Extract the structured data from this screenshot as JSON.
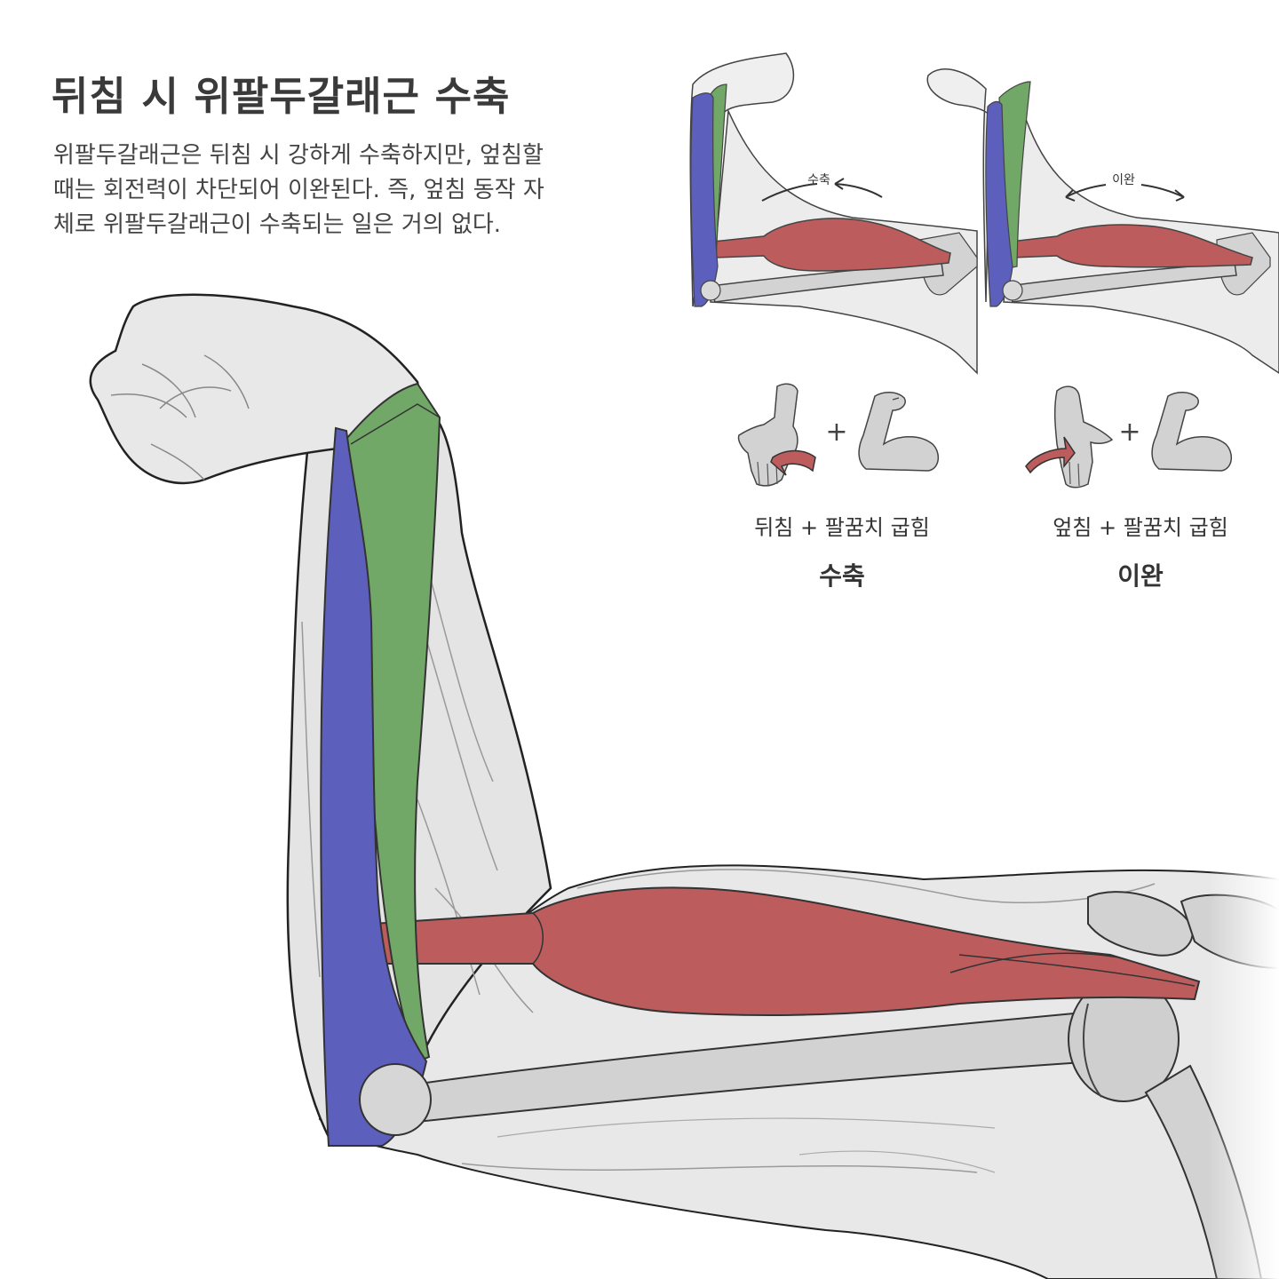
{
  "title": "뒤침 시 위팔두갈래근 수축",
  "description": [
    "위팔두갈래근은 뒤침 시 강하게 수축하지만, 엎침할",
    "때는 회전력이 차단되어 이완된다. 즉, 엎침 동작 자",
    "체로 위팔두갈래근이 수축되는 일은 거의 없다."
  ],
  "panels": [
    {
      "label": "수축",
      "caption": "뒤침 + 팔꿈치 굽힘",
      "result": "수축"
    },
    {
      "label": "이완",
      "caption": "엎침 + 팔꿈치 굽힘",
      "result": "이완"
    }
  ],
  "plus_sign": "+",
  "colors": {
    "radius": "#5c5fbc",
    "ulna": "#72a867",
    "biceps": "#bc5c5c",
    "skin": "#e6e6e6",
    "bone": "#d2d2d2",
    "outline": "#1e1e1e"
  }
}
